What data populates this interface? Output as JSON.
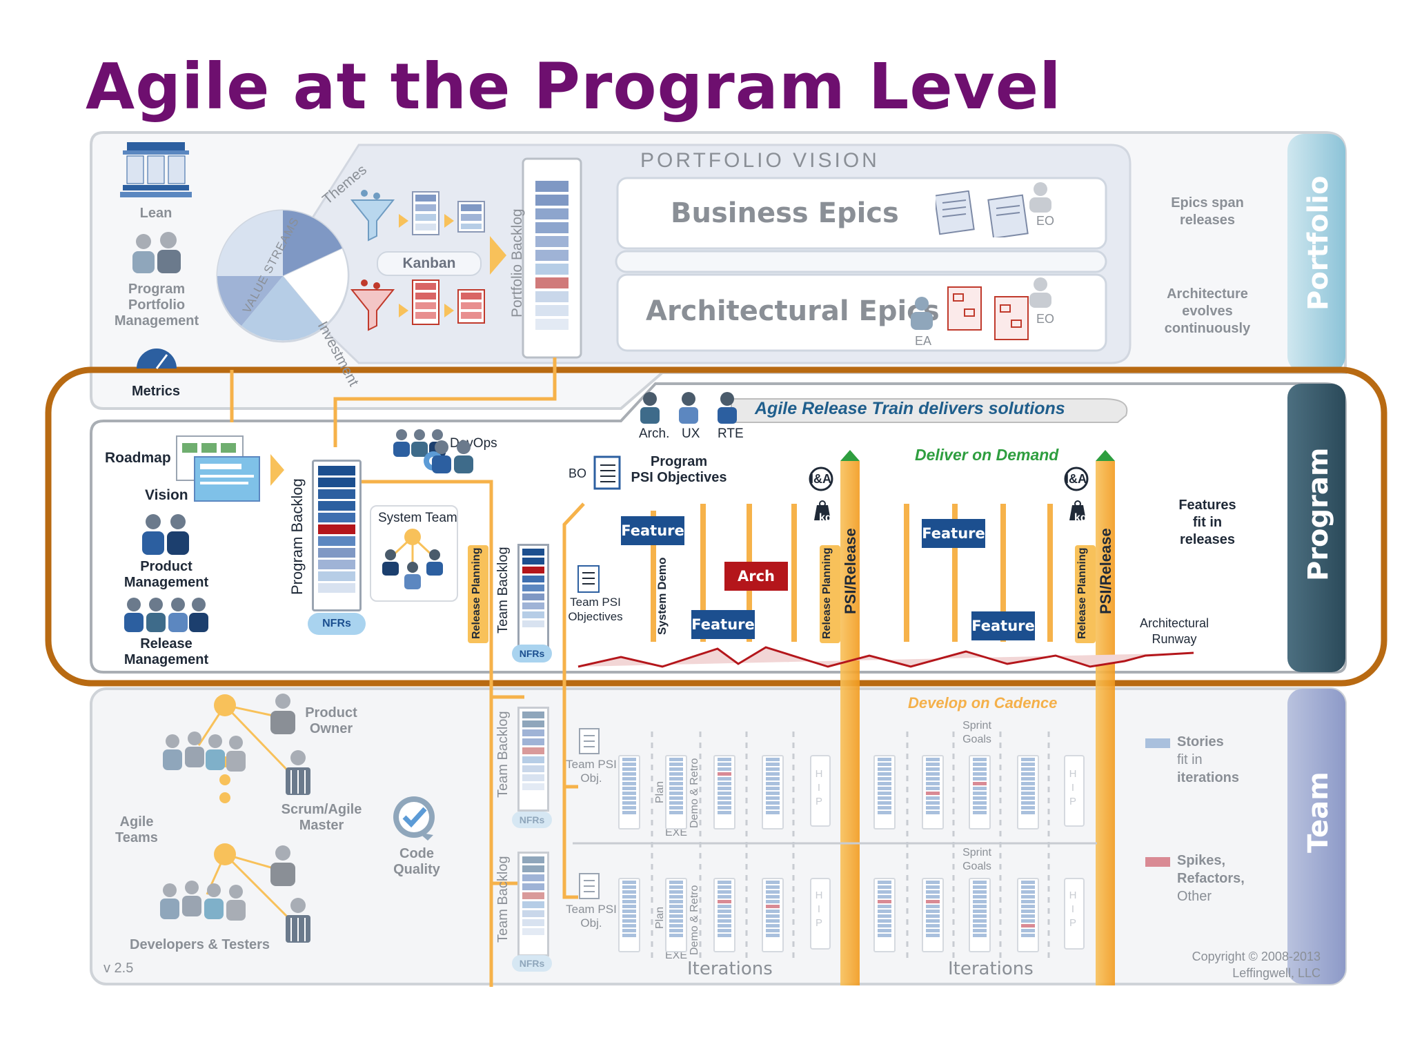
{
  "title": "Agile at the Program Level",
  "version": "v 2.5",
  "copyright": {
    "line1": "Copyright © 2008-2013",
    "line2": "Leffingwell, LLC"
  },
  "bands": {
    "portfolio": "Portfolio",
    "program": "Program",
    "team": "Team"
  },
  "portfolio": {
    "vision": "PORTFOLIO VISION",
    "business_epics": "Business Epics",
    "architectural_epics": "Architectural Epics",
    "eo1": "EO",
    "eo2": "EO",
    "ea": "EA",
    "kanban": "Kanban",
    "portfolio_backlog": "Portfolio Backlog",
    "themes": "Themes",
    "value_streams": "VALUE STREAMS",
    "investment": "Investment",
    "lean": "Lean",
    "ppm_line1": "Program",
    "ppm_line2": "Portfolio",
    "ppm_line3": "Management",
    "metrics": "Metrics",
    "side1_line1": "Epics",
    "side1_line2": "span",
    "side1_line3": "releases",
    "side2_line1": "Architecture",
    "side2_line2": "evolves",
    "side2_line3": "continuously"
  },
  "program": {
    "art_banner": "Agile Release Train delivers solutions",
    "arch": "Arch.",
    "ux": "UX",
    "rte": "RTE",
    "roadmap": "Roadmap",
    "vision": "Vision",
    "pm_line1": "Product",
    "pm_line2": "Management",
    "rm_line1": "Release",
    "rm_line2": "Management",
    "program_backlog": "Program Backlog",
    "nfrs": "NFRs",
    "devops": "DevOps",
    "system_team": "System Team",
    "bo": "BO",
    "pso_line1": "Program",
    "pso_line2": "PSI Objectives",
    "team_psi_line1": "Team PSI",
    "team_psi_line2": "Objectives",
    "release_planning": "Release Planning",
    "team_backlog": "Team Backlog",
    "system_demo": "System Demo",
    "deliver_on_demand": "Deliver on Demand",
    "feature": "Feature",
    "arch_block": "Arch",
    "psi_release": "PSI/Release",
    "ia": "I&A",
    "kg": "kg",
    "features_line1": "Features",
    "features_line2": "fit in",
    "features_line3": "releases",
    "runway_line1": "Architectural",
    "runway_line2": "Runway"
  },
  "team": {
    "develop_on_cadence": "Develop on Cadence",
    "po_line1": "Product",
    "po_line2": "Owner",
    "sm_line1": "Scrum/Agile",
    "sm_line2": "Master",
    "agile_line1": "Agile",
    "agile_line2": "Teams",
    "cq_line1": "Code",
    "cq_line2": "Quality",
    "devtest": "Developers & Testers",
    "team_backlog": "Team Backlog",
    "nfrs": "NFRs",
    "tpo_line1": "Team PSI",
    "tpo_line2": "Obj.",
    "plan": "Plan",
    "exe": "EXE",
    "demo_retro": "Demo & Retro",
    "hip": "H I P",
    "sprint_line1": "Sprint",
    "sprint_line2": "Goals",
    "iterations": "Iterations",
    "stories_line1": "Stories",
    "stories_line2": "fit in",
    "stories_line3": "iterations",
    "spikes_line1": "Spikes,",
    "spikes_line2": "Refactors,",
    "spikes_line3": "Other"
  },
  "colors": {
    "title": "#6e0f6f",
    "highlight_frame": "#b86a12",
    "feature_blue": "#1c4f8f",
    "arch_red": "#b4161b",
    "orange": "#f6a623",
    "green": "#2e9e3f"
  }
}
